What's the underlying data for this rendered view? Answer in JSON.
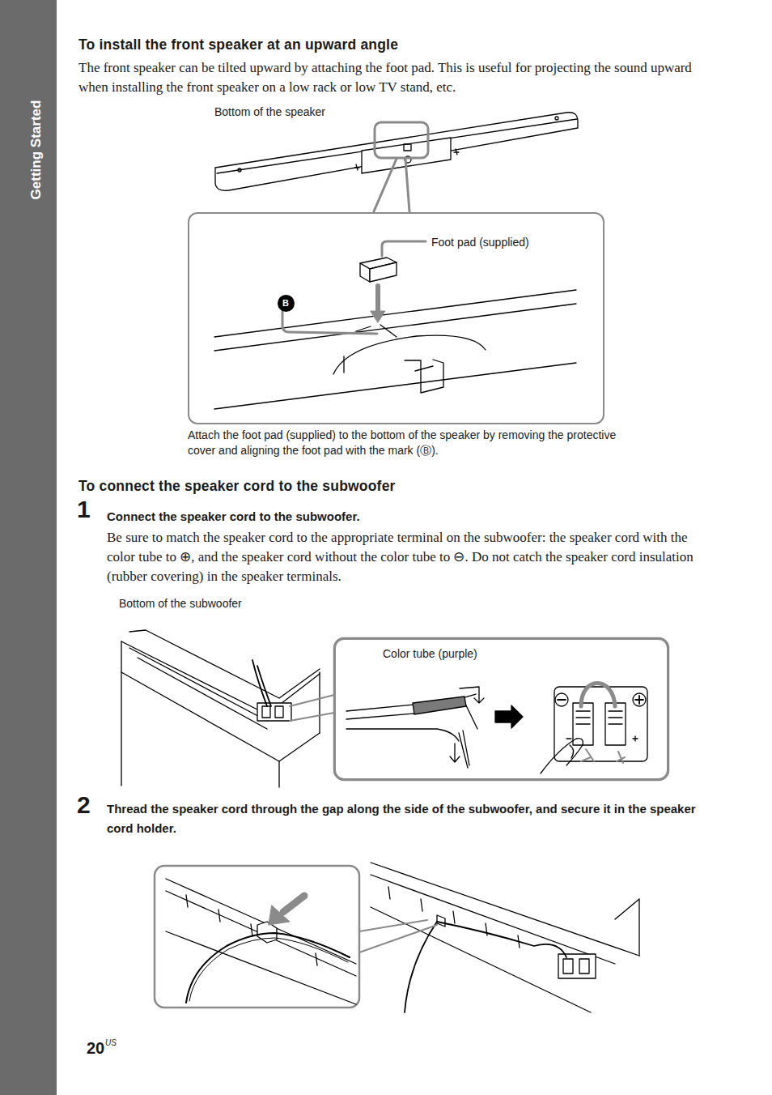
{
  "diagram": {
    "nodes": [
      {
        "text": [
          "Foot pad (supplied)"
        ]
      },
      {
        "text": [
          "B"
        ],
        "in": 0
      },
      {
        "text": [
          "Color tube (purple)"
        ]
      }
    ],
    "labels": [
      "Getting Started",
      "To install the front speaker at an upward angle",
      "The front speaker can be tilted upward by attaching the foot pad. This is useful for projecting the sound upward when installing the front speaker on a low rack or low TV stand, etc.",
      "Bottom of the speaker",
      "Attach the foot pad (supplied) to the bottom of the speaker by removing the protective cover and aligning the foot pad with the mark (Ⓑ).",
      "To connect the speaker cord to the subwoofer",
      "1",
      "Connect the speaker cord to the subwoofer.",
      "Be sure to match the speaker cord to the appropriate terminal on the subwoofer: the speaker cord with the color tube to ⊕, and the speaker cord without the color tube to ⊖. Do not catch the speaker cord insulation (rubber covering) in the speaker terminals.",
      "Bottom of the subwoofer",
      "2",
      "Thread the speaker cord through the gap along the side of the subwoofer, and secure it in the speaker cord holder.",
      "20",
      "US"
    ]
  }
}
